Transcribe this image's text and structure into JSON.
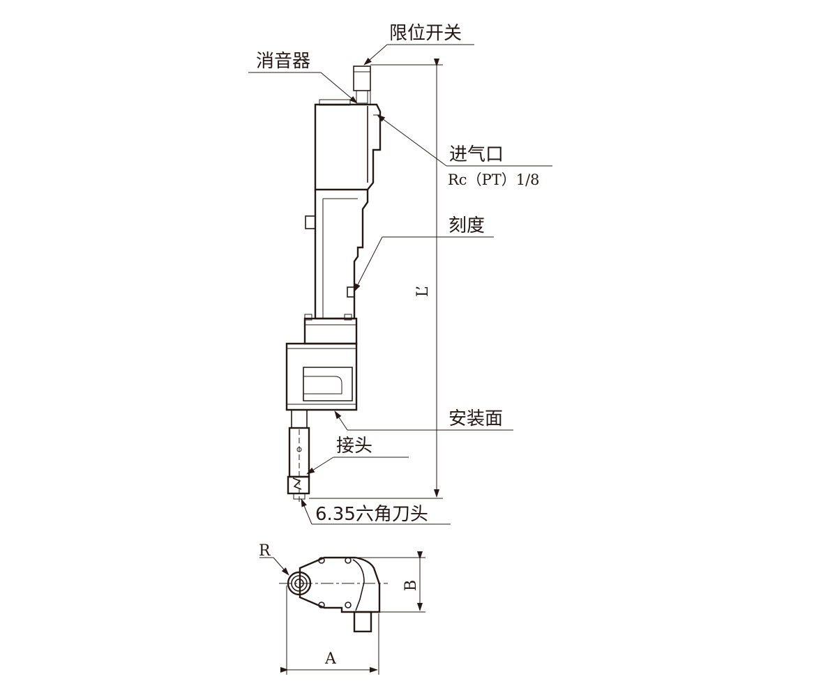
{
  "labels": {
    "limit_switch": "限位开关",
    "muffler": "消音器",
    "air_inlet": "进气口",
    "air_inlet_thread": "Rc（PT）1/8",
    "scale": "刻度",
    "length_dim": "L’",
    "mounting_surface": "安装面",
    "joint": "接头",
    "hex_bit": "6.35六角刀头",
    "radius_dim": "R",
    "dim_a": "A",
    "dim_b": "B"
  },
  "colors": {
    "line": "#231815",
    "background": "#ffffff"
  }
}
